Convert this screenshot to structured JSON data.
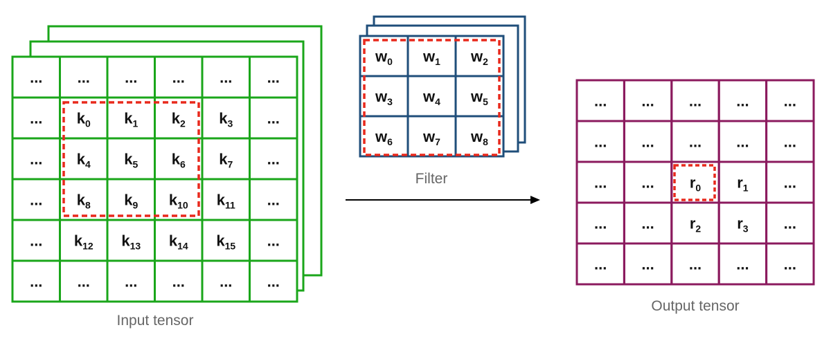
{
  "colors": {
    "input": "#1aa61a",
    "filter": "#1f4e7a",
    "output": "#8b1a5e",
    "highlight": "#e8291c",
    "arrow": "#000000",
    "caption": "#666666"
  },
  "input_tensor": {
    "caption": "Input tensor",
    "grid": [
      [
        {
          "t": "..."
        },
        {
          "t": "..."
        },
        {
          "t": "..."
        },
        {
          "t": "..."
        },
        {
          "t": "..."
        },
        {
          "t": "..."
        }
      ],
      [
        {
          "t": "..."
        },
        {
          "b": "k",
          "s": "0"
        },
        {
          "b": "k",
          "s": "1"
        },
        {
          "b": "k",
          "s": "2"
        },
        {
          "b": "k",
          "s": "3"
        },
        {
          "t": "..."
        }
      ],
      [
        {
          "t": "..."
        },
        {
          "b": "k",
          "s": "4"
        },
        {
          "b": "k",
          "s": "5"
        },
        {
          "b": "k",
          "s": "6"
        },
        {
          "b": "k",
          "s": "7"
        },
        {
          "t": "..."
        }
      ],
      [
        {
          "t": "..."
        },
        {
          "b": "k",
          "s": "8"
        },
        {
          "b": "k",
          "s": "9"
        },
        {
          "b": "k",
          "s": "10"
        },
        {
          "b": "k",
          "s": "11"
        },
        {
          "t": "..."
        }
      ],
      [
        {
          "t": "..."
        },
        {
          "b": "k",
          "s": "12"
        },
        {
          "b": "k",
          "s": "13"
        },
        {
          "b": "k",
          "s": "14"
        },
        {
          "b": "k",
          "s": "15"
        },
        {
          "t": "..."
        }
      ],
      [
        {
          "t": "..."
        },
        {
          "t": "..."
        },
        {
          "t": "..."
        },
        {
          "t": "..."
        },
        {
          "t": "..."
        },
        {
          "t": "..."
        }
      ]
    ]
  },
  "filter": {
    "caption": "Filter",
    "grid": [
      [
        {
          "b": "w",
          "s": "0"
        },
        {
          "b": "w",
          "s": "1"
        },
        {
          "b": "w",
          "s": "2"
        }
      ],
      [
        {
          "b": "w",
          "s": "3"
        },
        {
          "b": "w",
          "s": "4"
        },
        {
          "b": "w",
          "s": "5"
        }
      ],
      [
        {
          "b": "w",
          "s": "6"
        },
        {
          "b": "w",
          "s": "7"
        },
        {
          "b": "w",
          "s": "8"
        }
      ]
    ]
  },
  "output_tensor": {
    "caption": "Output tensor",
    "grid": [
      [
        {
          "t": "..."
        },
        {
          "t": "..."
        },
        {
          "t": "..."
        },
        {
          "t": "..."
        },
        {
          "t": "..."
        }
      ],
      [
        {
          "t": "..."
        },
        {
          "t": "..."
        },
        {
          "t": "..."
        },
        {
          "t": "..."
        },
        {
          "t": "..."
        }
      ],
      [
        {
          "t": "..."
        },
        {
          "t": "..."
        },
        {
          "b": "r",
          "s": "0"
        },
        {
          "b": "r",
          "s": "1"
        },
        {
          "t": "..."
        }
      ],
      [
        {
          "t": "..."
        },
        {
          "t": "..."
        },
        {
          "b": "r",
          "s": "2"
        },
        {
          "b": "r",
          "s": "3"
        },
        {
          "t": "..."
        }
      ],
      [
        {
          "t": "..."
        },
        {
          "t": "..."
        },
        {
          "t": "..."
        },
        {
          "t": "..."
        },
        {
          "t": "..."
        }
      ]
    ]
  }
}
